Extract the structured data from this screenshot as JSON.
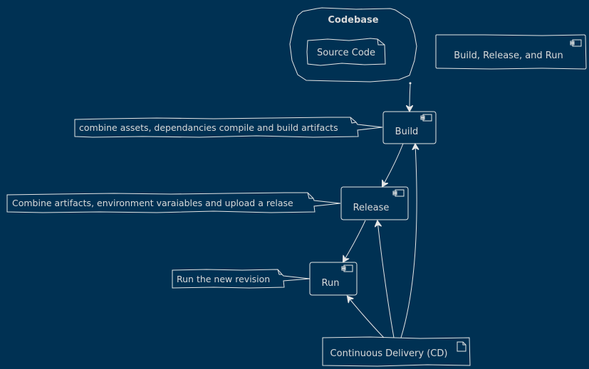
{
  "diagram": {
    "type": "component-diagram",
    "theme": {
      "background": "#003153",
      "line_color": "#e6e6e6",
      "text_color": "#d9d9d9"
    },
    "package": {
      "title": "Codebase",
      "contents": {
        "label": "Source Code",
        "icon": "file-icon"
      }
    },
    "legend_component": {
      "label": "Build, Release, and Run",
      "icon": "component-icon"
    },
    "components": [
      {
        "id": "build",
        "label": "Build",
        "icon": "component-icon"
      },
      {
        "id": "release",
        "label": "Release",
        "icon": "component-icon"
      },
      {
        "id": "run",
        "label": "Run",
        "icon": "component-icon"
      }
    ],
    "artifact": {
      "label": "Continuous Delivery (CD)",
      "icon": "artifact-icon"
    },
    "notes": [
      {
        "attached_to": "build",
        "text": "combine assets, dependancies compile and build artifacts"
      },
      {
        "attached_to": "release",
        "text": "Combine artifacts, environment varaiables and upload a relase"
      },
      {
        "attached_to": "run",
        "text": "Run the new revision"
      }
    ],
    "edges": [
      {
        "from": "codebase",
        "to": "build"
      },
      {
        "from": "build",
        "to": "release"
      },
      {
        "from": "release",
        "to": "run"
      },
      {
        "from": "cd",
        "to": "run"
      },
      {
        "from": "cd",
        "to": "release"
      },
      {
        "from": "cd",
        "to": "build"
      }
    ]
  }
}
